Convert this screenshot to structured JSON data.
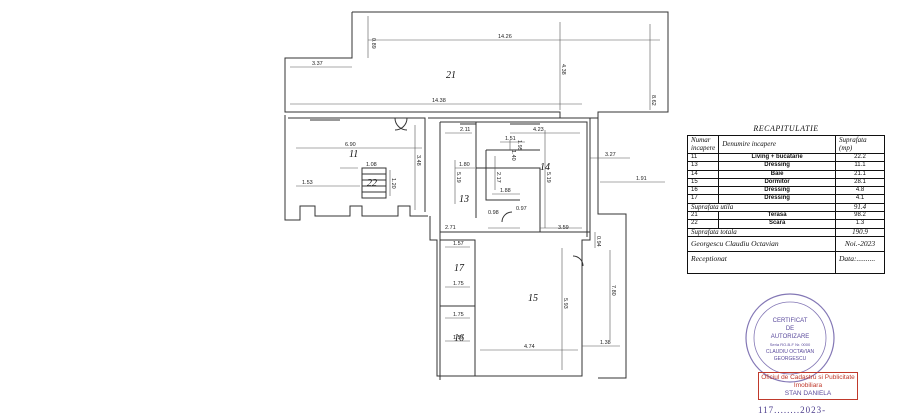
{
  "plan": {
    "dimensions": {
      "d1": "14.26",
      "d2": "3.37",
      "d3": "0.89",
      "d4": "4.38",
      "d5": "14.38",
      "d6": "6.90",
      "d7": "3.48",
      "d8": "1.08",
      "d9": "1.53",
      "d10": "1.20",
      "d11": "2.11",
      "d12": "1.51",
      "d13": "4.23",
      "d14": "1.80",
      "d15": "5.19",
      "d16": "1.40",
      "d17": "1.95",
      "d18": "1.88",
      "d19": "0.97",
      "d20": "0.98",
      "d21": "2.71",
      "d22": "3.59",
      "d23": "5.19",
      "d24": "3.27",
      "d25": "1.91",
      "d26": "8.62",
      "d27": "1.57",
      "d28": "1.75",
      "d29": "5.93",
      "d30": "1.75",
      "d31": "1.57",
      "d32": "4.74",
      "d33": "1.38",
      "d34": "7.80",
      "d35": "0.94",
      "d36": "2.17"
    },
    "rooms": {
      "r21": "21",
      "r11": "11",
      "r22": "22",
      "r13": "13",
      "r14": "14",
      "r17": "17",
      "r15": "15",
      "r16": "16"
    }
  },
  "recap": {
    "title": "RECAPITULATIE",
    "headers": [
      "Numar incapere",
      "Denumire incapere",
      "Suprafata (mp)"
    ],
    "rows": [
      {
        "num": "11",
        "name": "Living + bucatarie",
        "area": "22.2"
      },
      {
        "num": "13",
        "name": "Dressing",
        "area": "11.1"
      },
      {
        "num": "14",
        "name": "Baie",
        "area": "21.1"
      },
      {
        "num": "15",
        "name": "Dormitor",
        "area": "28.1"
      },
      {
        "num": "16",
        "name": "Dressing",
        "area": "4.8"
      },
      {
        "num": "17",
        "name": "Dressing",
        "area": "4.1"
      }
    ],
    "suprafata_utila_label": "Suprafata utila",
    "suprafata_utila_value": "91.4",
    "extra_rows": [
      {
        "num": "21",
        "name": "Terasa",
        "area": "98.2"
      },
      {
        "num": "22",
        "name": "Scara",
        "area": "1.3"
      }
    ],
    "suprafata_totala_label": "Suprafata totala",
    "suprafata_totala_value": "190.9",
    "author": "Georgescu Claudiu Octavian",
    "date": "Noi.-2023",
    "receptionat_label": "Receptionat",
    "data_label": "Data:.........."
  },
  "stamps": {
    "round_stamp_lines": [
      "CERTIFICAT",
      "DE",
      "AUTORIZARE",
      "Seria RO-B-F Nr. 0000",
      "CLAUDIU OCTAVIAN",
      "GEORGESCU"
    ],
    "office_line1": "Oficiul de Cadastru si Publicitate Imobiliara",
    "office_line2": "STAN DANIELA",
    "serial": "117........2023-"
  },
  "colors": {
    "line": "#333333",
    "stamp_red": "#c0392b",
    "stamp_purple": "#5a4a9c"
  }
}
